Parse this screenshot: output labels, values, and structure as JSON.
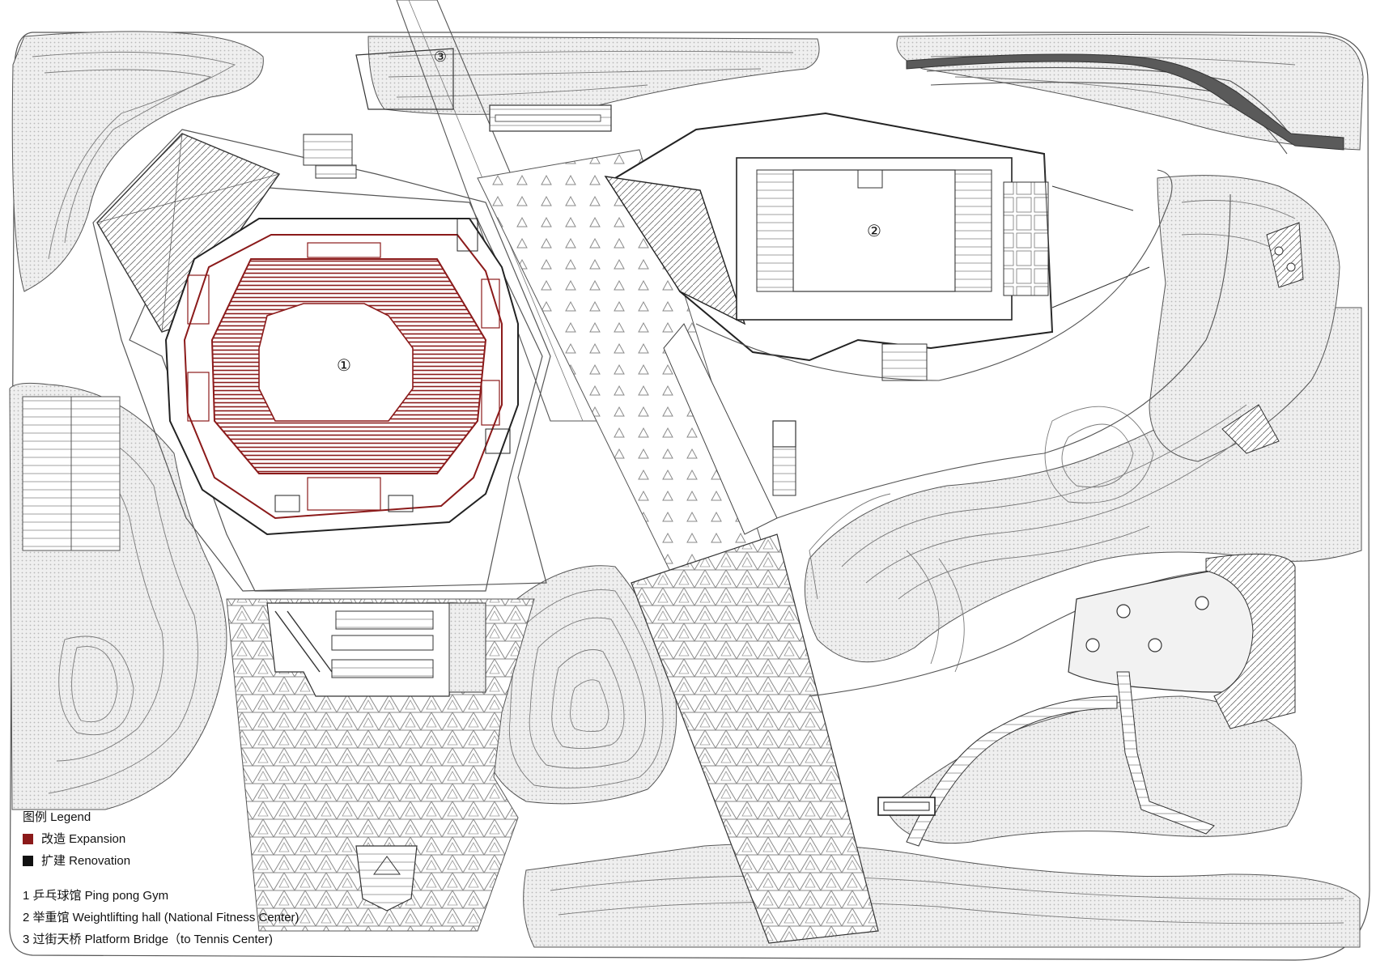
{
  "colors": {
    "expansion": "#8b1a1a",
    "renovation": "#111111",
    "landscape_fill": "#ececec",
    "line": "#3a3a3a",
    "background": "#ffffff"
  },
  "markers": {
    "m1": "①",
    "m2": "②",
    "m3": "③"
  },
  "legend": {
    "title": "图例 Legend",
    "expansion_label": "改造 Expansion",
    "renovation_label": "扩建 Renovation",
    "items": [
      "1 乒乓球馆 Ping pong Gym",
      "2 举重馆 Weightlifting hall (National Fitness Center)",
      "3 过街天桥 Platform Bridge（to Tennis Center)"
    ]
  }
}
